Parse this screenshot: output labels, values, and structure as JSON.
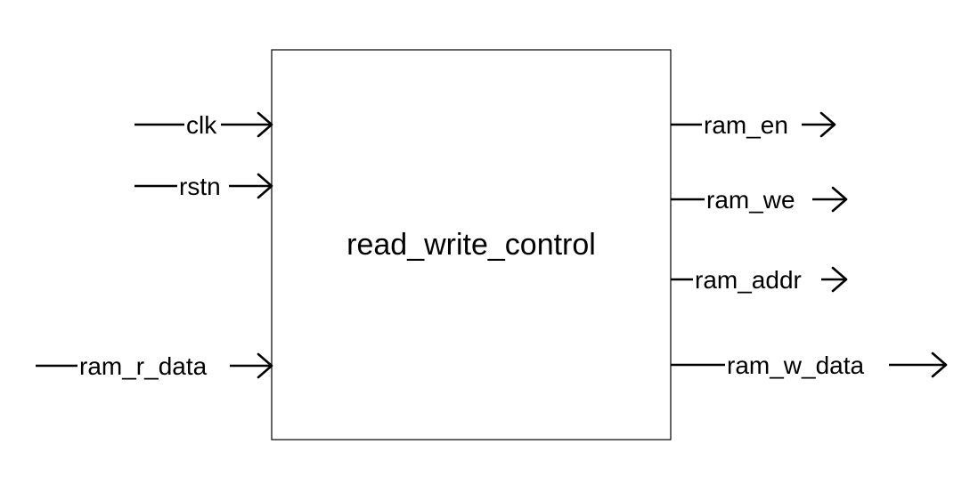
{
  "block": {
    "name": "read_write_control"
  },
  "inputs": [
    {
      "id": "clk",
      "label": "clk"
    },
    {
      "id": "rstn",
      "label": "rstn"
    },
    {
      "id": "ram-r-data",
      "label": "ram_r_data"
    }
  ],
  "outputs": [
    {
      "id": "ram-en",
      "label": "ram_en"
    },
    {
      "id": "ram-we",
      "label": "ram_we"
    },
    {
      "id": "ram-addr",
      "label": "ram_addr"
    },
    {
      "id": "ram-w-data",
      "label": "ram_w_data"
    }
  ],
  "colors": {
    "stroke": "#000000",
    "background": "#ffffff"
  }
}
